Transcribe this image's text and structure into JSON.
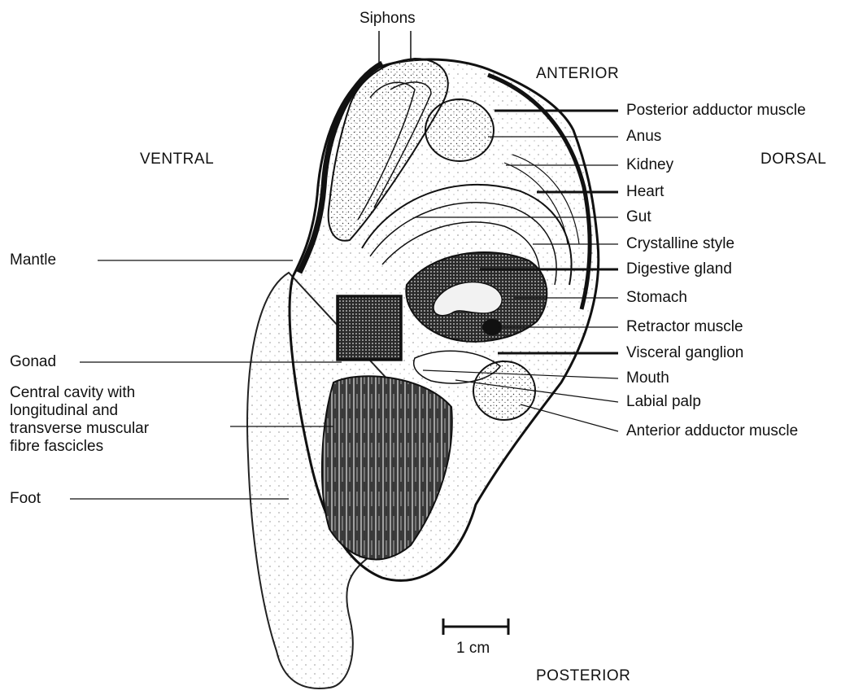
{
  "diagram": {
    "top_label": "Siphons",
    "orientation": {
      "anterior": "ANTERIOR",
      "ventral": "VENTRAL",
      "dorsal": "DORSAL",
      "posterior": "POSTERIOR"
    },
    "right_labels": [
      "Posterior adductor muscle",
      "Anus",
      "Kidney",
      "Heart",
      "Gut",
      "Crystalline style",
      "Digestive gland",
      "Stomach",
      "Retractor muscle",
      "Visceral ganglion",
      "Mouth",
      "Labial palp",
      "Anterior adductor muscle"
    ],
    "left_labels": {
      "mantle": "Mantle",
      "gonad": "Gonad",
      "central_cavity": [
        "Central cavity with",
        "longitudinal and",
        "transverse muscular",
        "fibre fascicles"
      ],
      "foot": "Foot"
    },
    "scale_bar": "1 cm"
  }
}
